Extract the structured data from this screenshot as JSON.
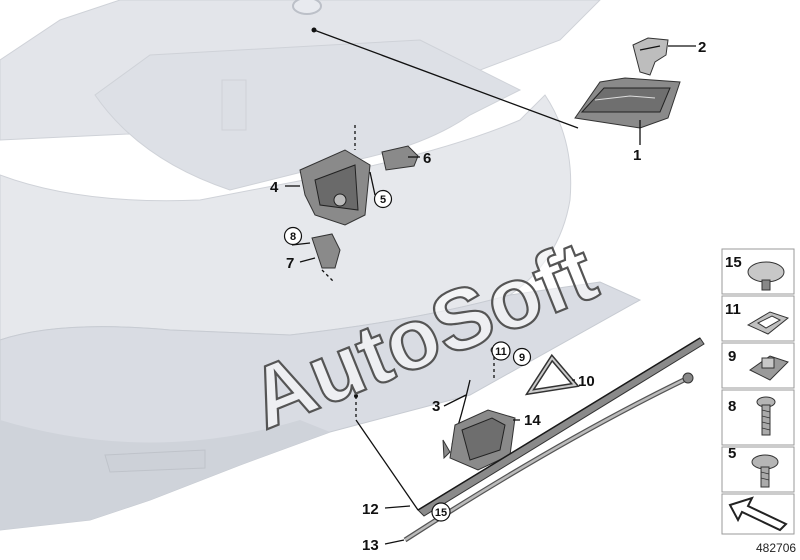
{
  "watermark": "AutoSoft",
  "drawing_number": "482706",
  "callouts": {
    "c1": "1",
    "c2": "2",
    "c3": "3",
    "c4": "4",
    "c5": "5",
    "c6": "6",
    "c7": "7",
    "c8": "8",
    "c9": "9",
    "c10": "10",
    "c11": "11",
    "c12": "12",
    "c13": "13",
    "c14": "14",
    "c15": "15"
  },
  "side_panel": [
    "15",
    "11",
    "9",
    "8",
    "5"
  ]
}
